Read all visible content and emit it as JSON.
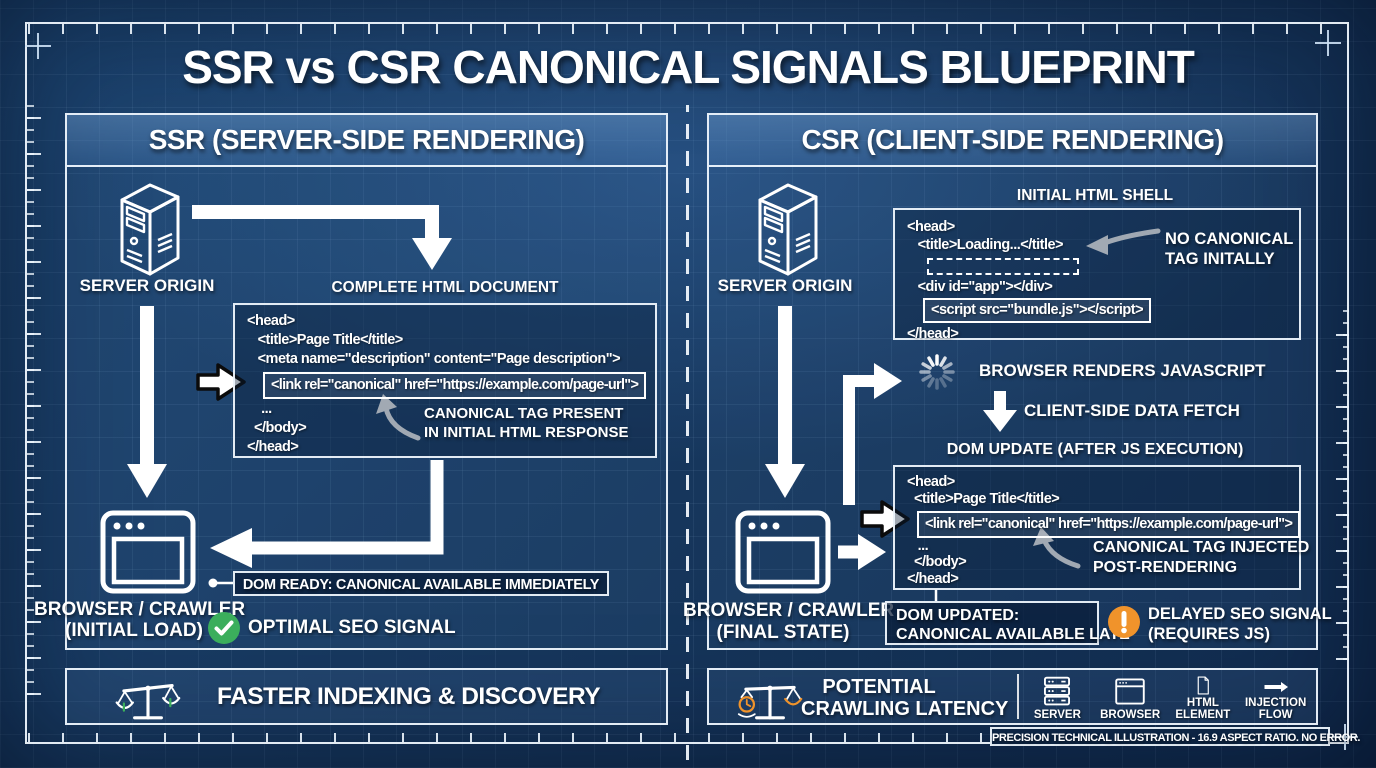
{
  "title": "SSR vs CSR CANONICAL SIGNALS BLUEPRINT",
  "ssr": {
    "header": "SSR (SERVER-SIDE RENDERING)",
    "server_label": "SERVER ORIGIN",
    "document_label": "COMPLETE HTML DOCUMENT",
    "code": {
      "head_open": "<head>",
      "title_line": "   <title>Page Title</title>",
      "meta_line": "   <meta name=\"description\" content=\"Page description\">",
      "canonical_line": "<link rel=\"canonical\" href=\"https://example.com/page-url\">",
      "ellipsis": "    ...",
      "body_close": "  </body>",
      "head_close": "</head>"
    },
    "canonical_note_line1": "CANONICAL TAG PRESENT",
    "canonical_note_line2": "IN INITIAL HTML RESPONSE",
    "dom_ready_label": "DOM READY: CANONICAL AVAILABLE IMMEDIATELY",
    "browser_label_line1": "BROWSER / CRAWLER",
    "browser_label_line2": "(INITIAL LOAD)",
    "seo_label": "OPTIMAL SEO SIGNAL"
  },
  "csr": {
    "header": "CSR (CLIENT-SIDE RENDERING)",
    "server_label": "SERVER ORIGIN",
    "shell_label": "INITIAL HTML SHELL",
    "shell_code": {
      "head_open": "<head>",
      "title_line": "   <title>Loading...</title>",
      "div_line": "   <div id=\"app\"></div>",
      "script_line": "<script src=\"bundle.js\"></script>",
      "head_close": "</head>"
    },
    "no_canonical_line1": "NO CANONICAL",
    "no_canonical_line2": "TAG INITALLY",
    "renders_label": "BROWSER RENDERS JAVASCRIPT",
    "fetch_label": "CLIENT-SIDE DATA FETCH",
    "dom_update_label": "DOM UPDATE (AFTER JS EXECUTION)",
    "update_code": {
      "head_open": "<head>",
      "title_line": "  <title>Page Title</title>",
      "canonical_line": "<link rel=\"canonical\" href=\"https://example.com/page-url\">",
      "ellipsis": "   ...",
      "body_close": "  </body>",
      "head_close": "</head>"
    },
    "injected_note_line1": "CANONICAL TAG INJECTED",
    "injected_note_line2": "POST-RENDERING",
    "browser_label_line1": "BROWSER / CRAWLER",
    "browser_label_line2": "(FINAL STATE)",
    "dom_updated_line1": "DOM UPDATED:",
    "dom_updated_line2": "CANONICAL AVAILABLE LATE",
    "delayed_line1": "DELAYED SEO SIGNAL",
    "delayed_line2": "(REQUIRES JS)"
  },
  "footer": {
    "ssr_verdict": "FASTER INDEXING & DISCOVERY",
    "csr_verdict_line1": "POTENTIAL",
    "csr_verdict_line2": "CRAWLING LATENCY",
    "legend": [
      {
        "label": "SERVER"
      },
      {
        "label": "BROWSER"
      },
      {
        "label": "HTML ELEMENT"
      },
      {
        "label": "INJECTION FLOW"
      }
    ],
    "credit": "PRECISION TECHNICAL ILLUSTRATION - 16.9 ASPECT RATIO. NO ERROR."
  },
  "colors": {
    "success_green": "#3bae5c",
    "warning_orange": "#f0932b",
    "line_white": "#ffffff",
    "background_navy": "#16365c"
  }
}
